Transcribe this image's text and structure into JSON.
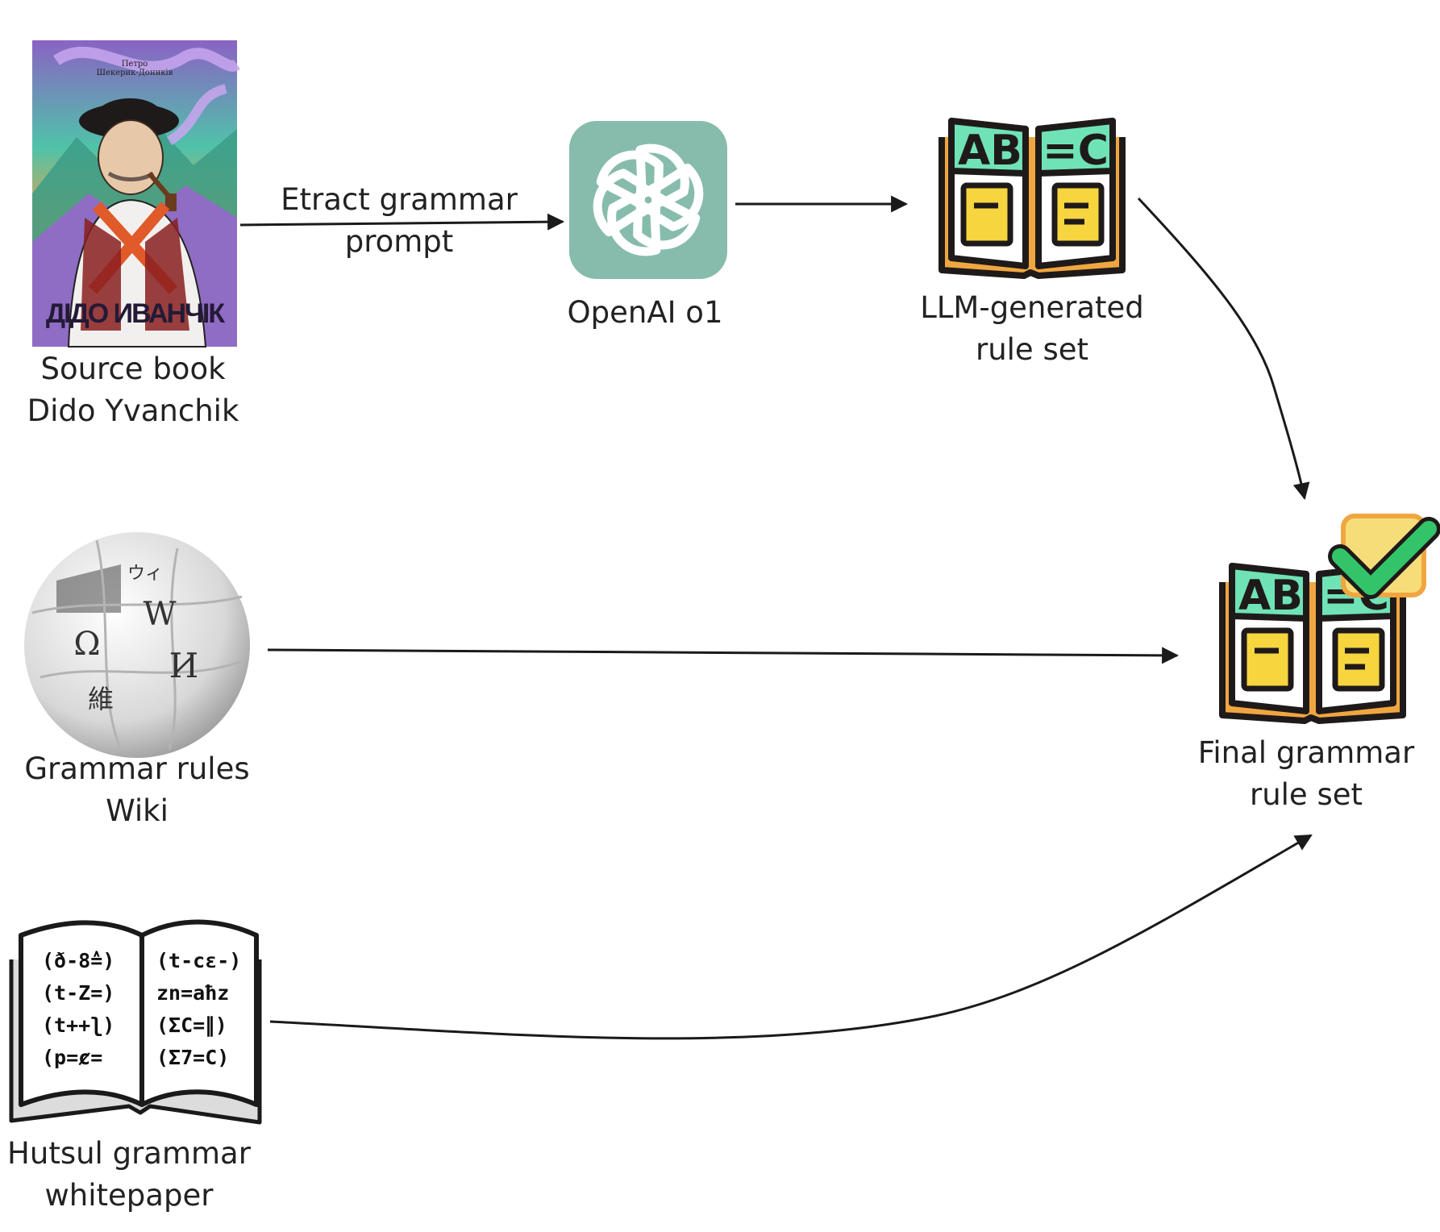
{
  "nodes": {
    "source_book": {
      "lines": [
        "Source book",
        "Dido Yvanchik"
      ],
      "cover_title": "ДІДО ИВАНЧІК",
      "cover_author": [
        "Петро",
        "Шекерик-Доників"
      ]
    },
    "openai": {
      "lines": [
        "OpenAI o1"
      ]
    },
    "llm_rules": {
      "lines": [
        "LLM-generated",
        "rule set"
      ],
      "book_letters": [
        "AB",
        "=C"
      ]
    },
    "final_rules": {
      "lines": [
        "Final grammar",
        "rule set"
      ],
      "book_letters": [
        "AB",
        "=C"
      ]
    },
    "wiki": {
      "lines": [
        "Grammar rules",
        "Wiki"
      ],
      "globe_glyphs": [
        "W",
        "Ω",
        "И",
        "維",
        "ウィ"
      ]
    },
    "whitepaper": {
      "lines": [
        "Hutsul grammar",
        "whitepaper"
      ],
      "left_page": [
        "(ð-8≙)",
        "(t-Z=)",
        "(t++ʅ)",
        "(p=ȼ="
      ],
      "right_page": [
        "(t-cɛ-)",
        "zn=aħz",
        "(ΣC=∥)",
        "(Σ7=C)"
      ]
    }
  },
  "edges": [
    {
      "from": "source_book",
      "to": "openai",
      "label": [
        "Etract grammar",
        "prompt"
      ]
    },
    {
      "from": "openai",
      "to": "llm_rules",
      "label": []
    },
    {
      "from": "llm_rules",
      "to": "final_rules",
      "label": []
    },
    {
      "from": "wiki",
      "to": "final_rules",
      "label": []
    },
    {
      "from": "whitepaper",
      "to": "final_rules",
      "label": []
    }
  ],
  "colors": {
    "arrow": "#1a1a1a",
    "openai_tile": "#87bcad",
    "book_teal": "#6fe3b6",
    "book_yellow": "#f7d53f",
    "book_cover": "#e3a64a",
    "check_green": "#33c46a"
  }
}
